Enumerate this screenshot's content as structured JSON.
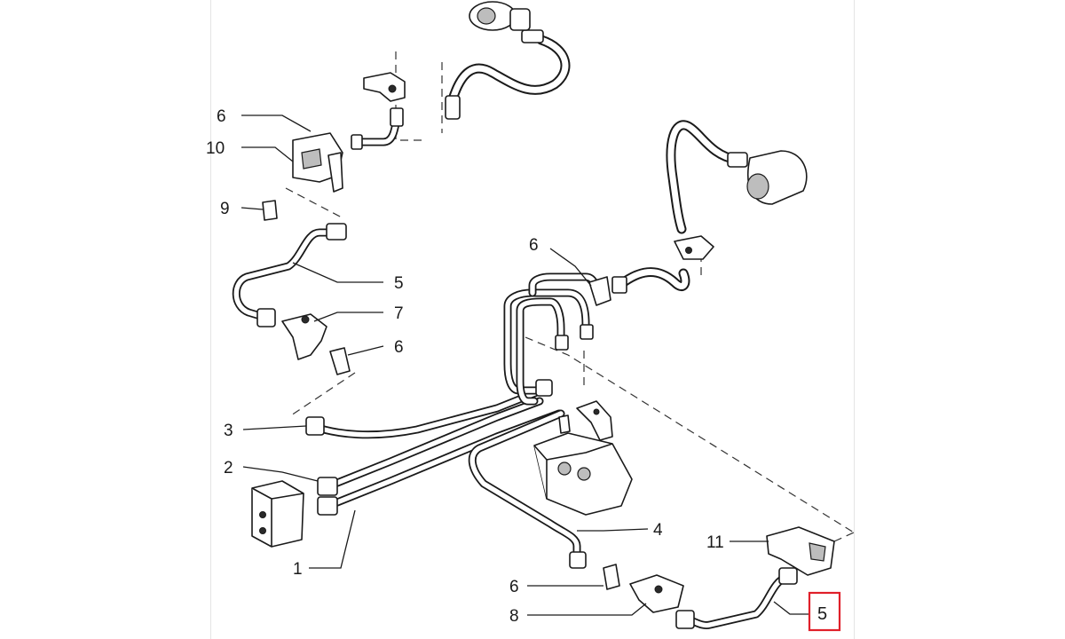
{
  "diagram": {
    "callouts": [
      {
        "id": "c6_top",
        "text": "6"
      },
      {
        "id": "c10",
        "text": "10"
      },
      {
        "id": "c9",
        "text": "9"
      },
      {
        "id": "c5_left",
        "text": "5"
      },
      {
        "id": "c7",
        "text": "7"
      },
      {
        "id": "c6_mid_left",
        "text": "6"
      },
      {
        "id": "c6_center",
        "text": "6"
      },
      {
        "id": "c3",
        "text": "3"
      },
      {
        "id": "c2",
        "text": "2"
      },
      {
        "id": "c1",
        "text": "1"
      },
      {
        "id": "c4",
        "text": "4"
      },
      {
        "id": "c11",
        "text": "11"
      },
      {
        "id": "c6_bottom",
        "text": "6"
      },
      {
        "id": "c8",
        "text": "8"
      },
      {
        "id": "c5_highlight",
        "text": "5"
      }
    ],
    "highlight_color": "#e0202a"
  }
}
